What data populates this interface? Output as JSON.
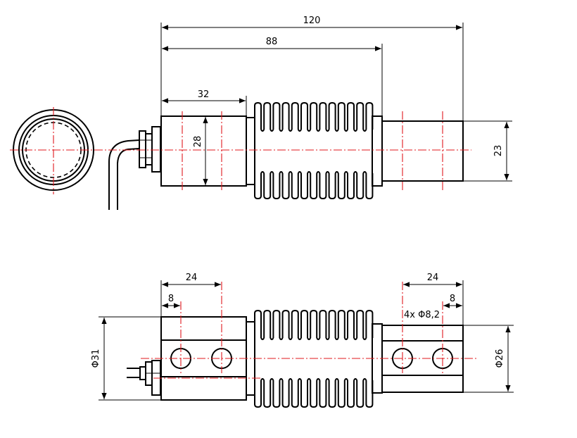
{
  "dimensions": {
    "total_length": "120",
    "gauge_length": "88",
    "left_block_length": "32",
    "body_height": "28",
    "right_block_height": "23",
    "hole_spacing_left": "24",
    "hole_offset_left": "8",
    "hole_spacing_right": "24",
    "hole_offset_right": "8",
    "hole_callout": "4x  Φ8,2",
    "left_diameter": "Φ31",
    "right_diameter": "Φ26"
  }
}
